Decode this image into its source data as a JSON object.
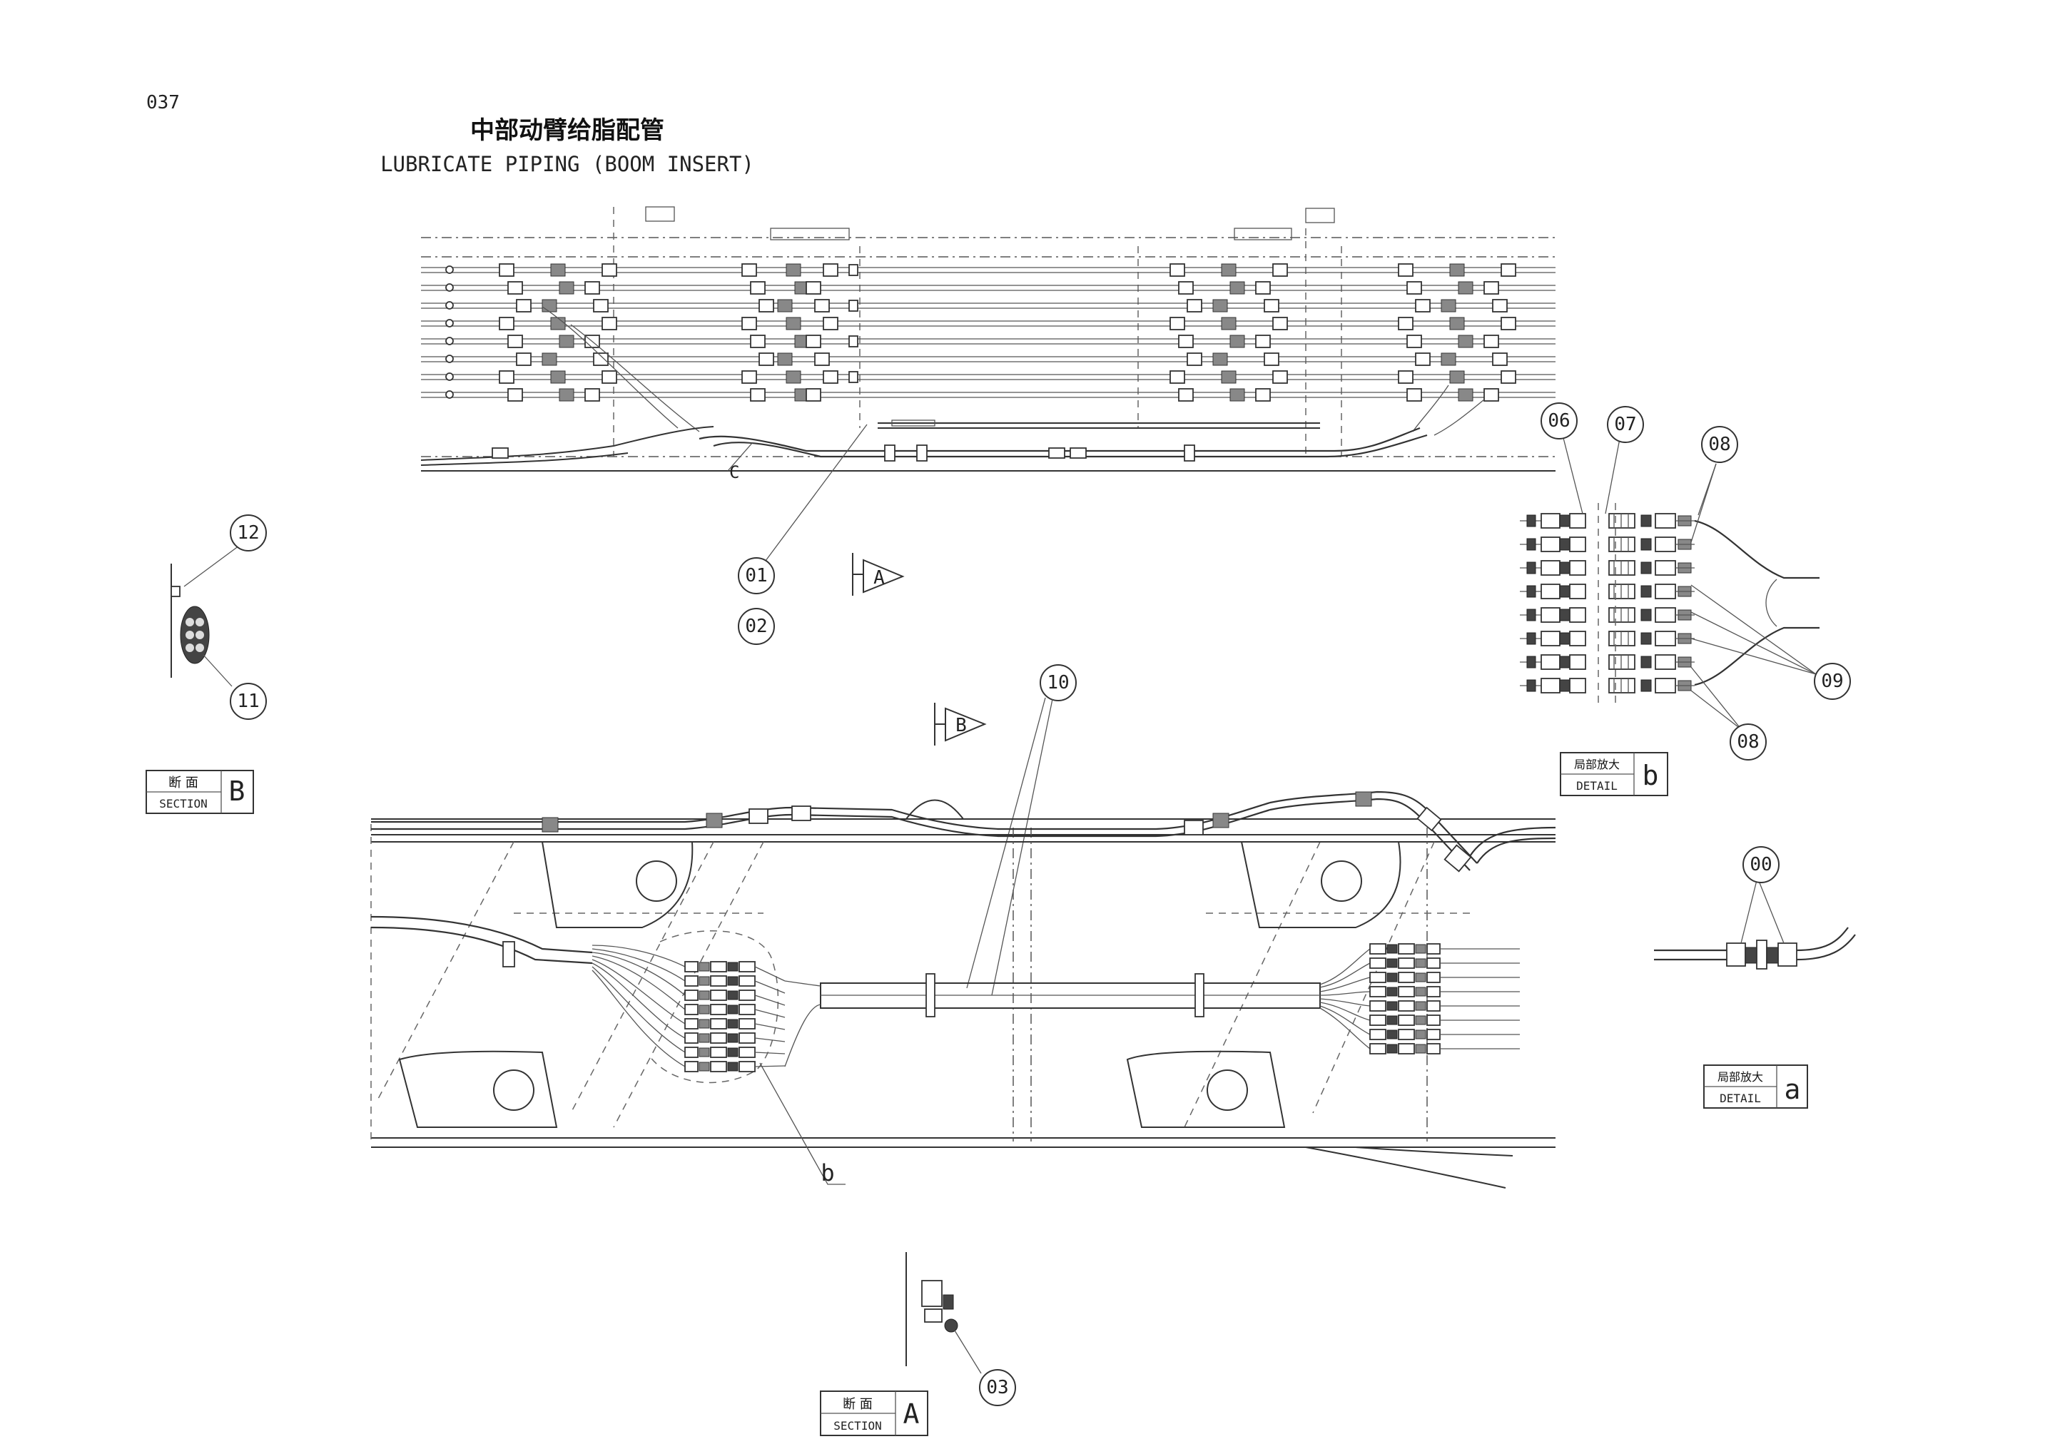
{
  "page_number": "037",
  "title_cn": "中部动臂给脂配管",
  "title_en": "LUBRICATE PIPING (BOOM INSERT)",
  "balloons": {
    "b01": "01",
    "b02": "02",
    "b03": "03",
    "b06": "06",
    "b07": "07",
    "b08a": "08",
    "b08b": "08",
    "b09": "09",
    "b10": "10",
    "b11": "11",
    "b12": "12",
    "b00": "00"
  },
  "markers": {
    "view_a": "A",
    "view_b": "B",
    "lead_c": "C",
    "lead_b": "b"
  },
  "boxes": {
    "section_b": {
      "top": "断 面",
      "bottom": "SECTION",
      "letter": "B"
    },
    "section_a": {
      "top": "断 面",
      "bottom": "SECTION",
      "letter": "A"
    },
    "detail_b": {
      "top": "局部放大",
      "bottom": "DETAIL",
      "letter": "b"
    },
    "detail_a": {
      "top": "局部放大",
      "bottom": "DETAIL",
      "letter": "a"
    }
  },
  "colors": {
    "line": "#333333",
    "background": "#ffffff"
  }
}
